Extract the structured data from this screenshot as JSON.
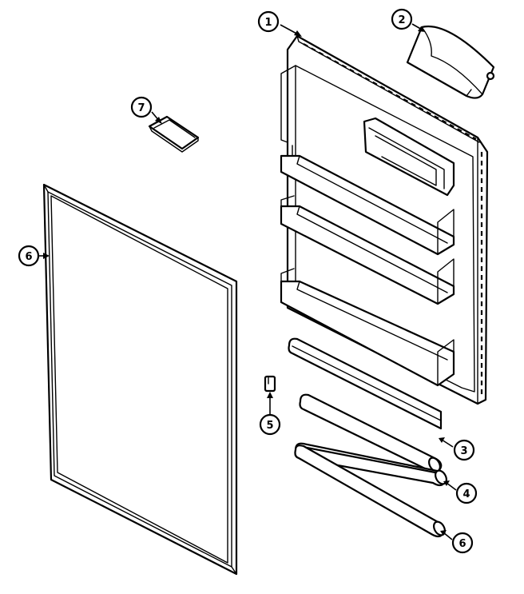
{
  "callouts": {
    "c1": "1",
    "c2": "2",
    "c3": "3",
    "c4": "4",
    "c5": "5",
    "c6a": "6",
    "c6b": "6",
    "c7": "7"
  },
  "colors": {
    "ink": "#000000",
    "paper": "#ffffff"
  }
}
